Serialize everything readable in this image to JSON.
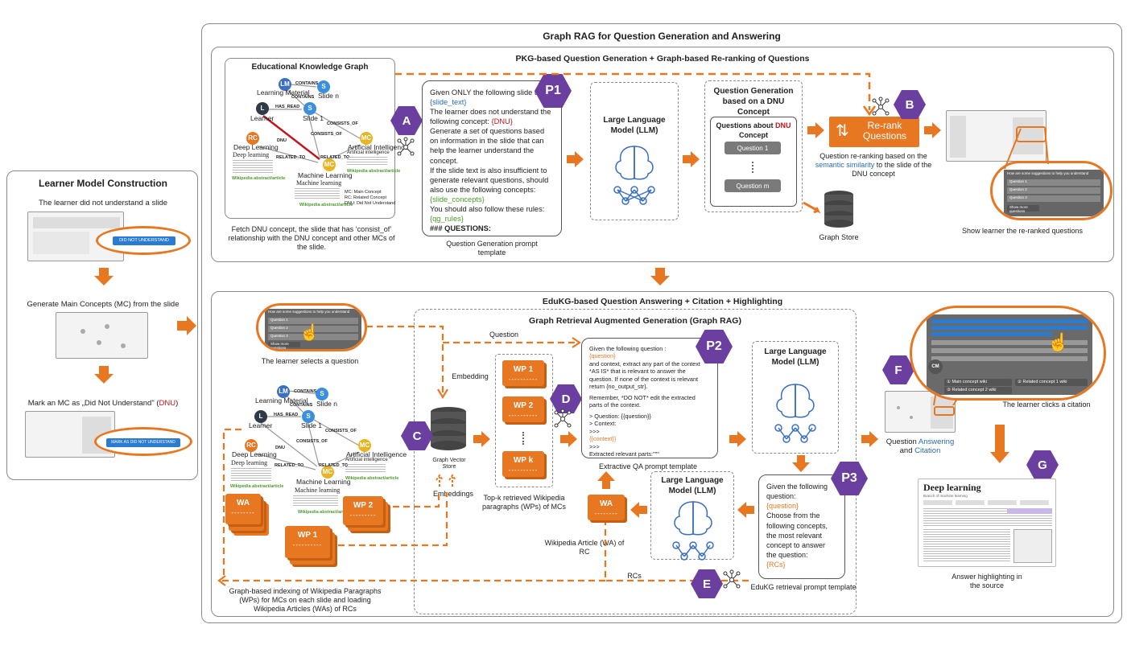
{
  "colors": {
    "orange": "#e87722",
    "purple": "#6b3fa0",
    "blue": "#2b6cb0",
    "red": "#c0161b",
    "green": "#4a9a2a",
    "gray": "#7a7a7a"
  },
  "learner_model": {
    "title": "Learner Model Construction",
    "step1": "The learner did not understand a slide",
    "step1_button": "DID NOT UNDERSTAND",
    "step2": "Generate Main Concepts (MC) from the slide",
    "step3_prefix": "Mark an MC as „Did Not Understand\" (",
    "step3_dnu": "DNU",
    "step3_suffix": ")",
    "step3_button": "MARK AS DID NOT UNDERSTAND"
  },
  "graph_rag": {
    "title": "Graph RAG for Question Generation and Answering"
  },
  "pkg": {
    "title": "PKG-based Question Generation + Graph-based Re-ranking of Questions",
    "ekg_title": "Educational Knowledge Graph",
    "fetch_caption": "Fetch DNU concept, the slide that has ‘consist_of’ relationship with the DNU concept and other MCs of the slide.",
    "prompt_caption": "Question Generation prompt template",
    "prompt": {
      "l1": "Given ONLY the following slide text:",
      "l2": "{slide_text}",
      "l3": "The learner does not understand the following concept: ",
      "l3b": "{DNU}",
      "l4": "Generate a set of questions based on information in the slide that can help the learner understand the concept.",
      "l5": "If the slide text is also insufficient to generate relevant questions, should also use the following concepts:",
      "l6": "{slide_concepts}",
      "l7": "You should also follow these rules:",
      "l8": "{qg_rules}",
      "l9": "### QUESTIONS:"
    },
    "llm_label": "Large Language Model (LLM)",
    "qgen_title": "Question Generation based on a DNU Concept",
    "qabout_prefix": "Questions about ",
    "qabout_dnu": "DNU",
    "qabout_suffix": "Concept",
    "question1": "Question 1",
    "questionm": "Question m",
    "rerank_label": "Re-rank Questions",
    "rerank_caption_1": "Question re-ranking based on the",
    "rerank_caption_2": "semantic similarity",
    "rerank_caption_3": " to the slide of the DNU concept",
    "graph_store": "Graph Store",
    "show_caption": "Show learner the re-ranked questions",
    "suggest_title": "How are some suggestions to help you understand",
    "suggest_q1": "Question 1",
    "suggest_q2": "Question 2",
    "suggest_q3": "Question 3",
    "suggest_more": "Show more questions"
  },
  "kg": {
    "lm": "LM",
    "s": "S",
    "l": "L",
    "rc": "RC",
    "mc": "MC",
    "learning_material": "Learning Material",
    "slide_n": "Slide n",
    "slide_1": "Slide 1",
    "learner": "Learner",
    "deep_learning": "Deep Learning",
    "ai": "Artificial Intelligence",
    "ml": "Machine Learning",
    "contains": "CONTAINS",
    "has_read": "HAS_READ",
    "consists_of": "CONSISTS_OF",
    "dnu": "DNU",
    "related_to": "RELATED_TO",
    "wiki": "Wikipedia abstract/article",
    "legend": "MC: Main Concept\nRC: Related Concept\nDNU: Did Not Understand",
    "dl_text": "Deep learning",
    "ml_text": "Machine learning",
    "ai_text": "Artificial intelligence"
  },
  "edukg": {
    "title": "EduKG-based Question Answering + Citation + Highlighting",
    "rag_title": "Graph Retrieval Augmented Generation (Graph RAG)",
    "select_caption": "The learner selects a question",
    "question_label": "Question",
    "embedding": "Embedding",
    "embeddings": "Embeddings",
    "vector_store": "Graph Vector Store",
    "wp1": "WP 1",
    "wp2": "WP 2",
    "wpk": "WP k",
    "wa": "WA",
    "topk_caption": "Top-k retrieved Wikipedia paragraphs (WPs) of MCs",
    "index_caption": "Graph-based indexing of Wikipedia Paragraphs (WPs) for MCs on each slide and loading Wikipedia Articles (WAs) of RCs",
    "qa_prompt": {
      "l1": "Given the following question :",
      "l2": "{question}",
      "l3": "and context, extract any part of the context *AS IS* that is relevant to answer the question. If none of the context is relevant return {no_output_str}.",
      "l4": "Remember, *DO NOT* edit the extracted parts of the context.",
      "l5": "> Question: {{question}}",
      "l6": "> Context:",
      "l7": ">>>",
      "l8": "{{context}}",
      "l9": ">>>",
      "l10": "Extracted relevant parts:\"\"\""
    },
    "qa_caption": "Extractive QA prompt template",
    "llm_label": "Large Language Model (LLM)",
    "retr_prompt": {
      "l1": "Given the following question:",
      "l2": "{question}",
      "l3": "Choose from the following concepts, the most relevant concept to answer the question:",
      "l4": "{RCs}"
    },
    "retr_caption": "EduKG retrieval prompt template",
    "wa_caption": "Wikipedia Article (WA) of RC",
    "rcs": "RCs",
    "qa_caption_1": "Question ",
    "qa_caption_2": "Answering",
    "qa_caption_3": "and ",
    "qa_caption_4": "Citation",
    "click_caption": "The learner clicks a citation",
    "highlight_caption": "Answer highlighting in the source",
    "cm": "CM",
    "cite_main": "Main concept wiki",
    "cite_rel1": "Related concept 1 wiki",
    "cite_rel2": "Related concept 2 wiki",
    "wiki_title": "Deep learning",
    "wiki_sub": "Branch of machine learning"
  },
  "badges": {
    "p1": "P1",
    "p2": "P2",
    "p3": "P3",
    "a": "A",
    "b": "B",
    "c": "C",
    "d": "D",
    "e": "E",
    "f": "F",
    "g": "G"
  }
}
